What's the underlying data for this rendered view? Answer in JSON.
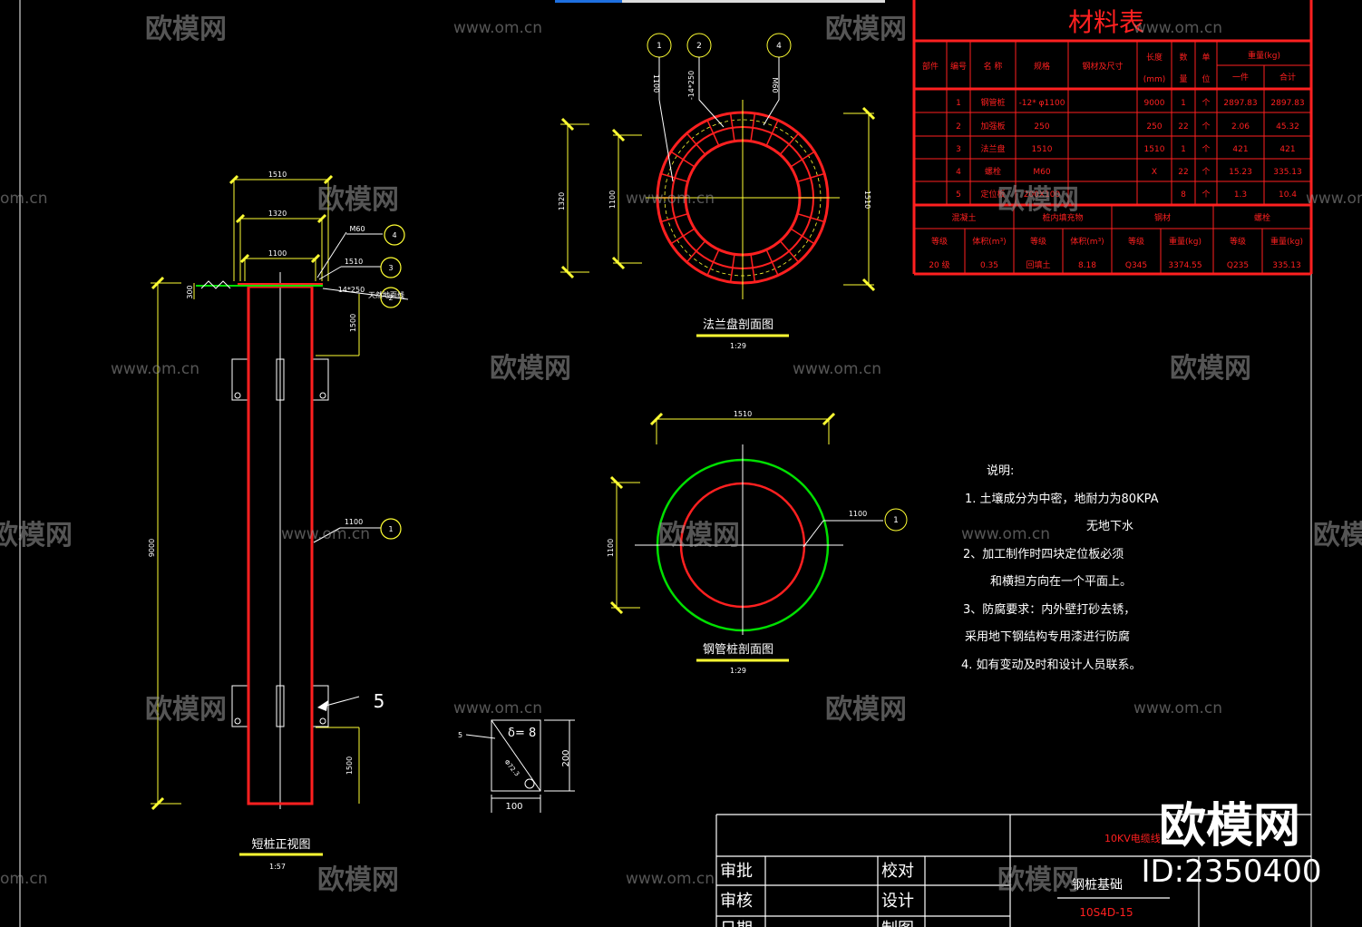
{
  "colors": {
    "background": "#000000",
    "red": "#ff2020",
    "yellow": "#ffff33",
    "green": "#00e000",
    "white": "#ffffff"
  },
  "material_table": {
    "title": "材料表",
    "headers": [
      "部件",
      "编号",
      "名称",
      "规格",
      "钢材及尺寸",
      "长度(mm)",
      "数量",
      "单位",
      "重量(kg)",
      "一件",
      "合计"
    ],
    "header_short": {
      "part": "部件",
      "no": "编号",
      "name": "名 称",
      "spec": "规格",
      "size": "钢材及尺寸",
      "length": "长度",
      "length_unit": "(mm)",
      "qty": "数",
      "qty2": "量",
      "unit": "单",
      "unit2": "位",
      "weight": "重量(kg)",
      "each": "一件",
      "total": "合计"
    },
    "rows": [
      {
        "no": "1",
        "name": "钢管桩",
        "spec": "-12* φ1100",
        "length": "9000",
        "qty": "1",
        "unit": "个",
        "each": "2897.83",
        "total": "2897.83"
      },
      {
        "no": "2",
        "name": "加强板",
        "spec": "250",
        "length": "250",
        "qty": "22",
        "unit": "个",
        "each": "2.06",
        "total": "45.32"
      },
      {
        "no": "3",
        "name": "法兰盘",
        "spec": "1510",
        "length": "1510",
        "qty": "1",
        "unit": "个",
        "each": "421",
        "total": "421"
      },
      {
        "no": "4",
        "name": "螺栓",
        "spec": "M60",
        "length": "X",
        "qty": "22",
        "unit": "个",
        "each": "15.23",
        "total": "335.13"
      },
      {
        "no": "5",
        "name": "定位板",
        "spec": "200X100",
        "length": "",
        "qty": "8",
        "unit": "个",
        "each": "1.3",
        "total": "10.4"
      }
    ],
    "summary_groups": [
      "混凝土",
      "桩内填充物",
      "钢材",
      "螺栓"
    ],
    "summary_sub": [
      "等级",
      "体积(m³)",
      "等级",
      "体积(m³)",
      "等级",
      "重量(kg)",
      "等级",
      "重量(kg)"
    ],
    "summary_values": [
      "20 级",
      "0.35",
      "回填土",
      "8.18",
      "Q345",
      "3374.55",
      "Q235",
      "335.13"
    ]
  },
  "front_view": {
    "title": "短桩正视图",
    "scale": "1:57",
    "dims": {
      "top1": "1510",
      "top2": "1320",
      "top3": "1100",
      "height": "9000",
      "side_top": "1500",
      "side_bottom": "1500",
      "pipe": "1100",
      "ground": "300"
    },
    "labels": {
      "m60": "M60",
      "flange": "1510",
      "ground_note": "-14*250",
      "ground_text": "天然地面线",
      "callout5": "5"
    },
    "callouts": [
      "4",
      "3",
      "2",
      "1"
    ]
  },
  "flange_section": {
    "title": "法兰盘剖面图",
    "scale": "1:29",
    "dims": {
      "outer": "1510",
      "mid": "1320",
      "inner": "1100",
      "top_a": "1100",
      "top_b": "-14*250",
      "top_c": "M60"
    },
    "callouts": [
      "1",
      "2",
      "4"
    ]
  },
  "pipe_section": {
    "title": "钢管桩剖面图",
    "scale": "1:29",
    "dims": {
      "outer": "1510",
      "inner": "1100",
      "label": "1100"
    },
    "callout": "1"
  },
  "plate_detail": {
    "delta": "δ= 8",
    "diag": "Φ72.3",
    "width": "100",
    "height": "200",
    "callout": "5"
  },
  "notes": {
    "heading": "说明:",
    "items": [
      "1.  土壤成分为中密，地耐力为80KPA",
      "无地下水",
      "2、加工制作时四块定位板必须",
      "和横担方向在一个平面上。",
      "3、防腐要求：内外壁打砂去锈，",
      "采用地下钢结构专用漆进行防腐",
      "4. 如有变动及时和设计人员联系。"
    ]
  },
  "title_block": {
    "project": "10KV电缆线",
    "drawing": "钢桩基础",
    "code": "10S4D-15",
    "rows": [
      [
        "审批",
        "校对"
      ],
      [
        "审核",
        "设计"
      ],
      [
        "日期",
        "制图"
      ]
    ]
  },
  "watermark": {
    "brand": "欧模网",
    "site": "www.om.cn",
    "site_short": "om.cn",
    "id": "ID:2350400"
  }
}
